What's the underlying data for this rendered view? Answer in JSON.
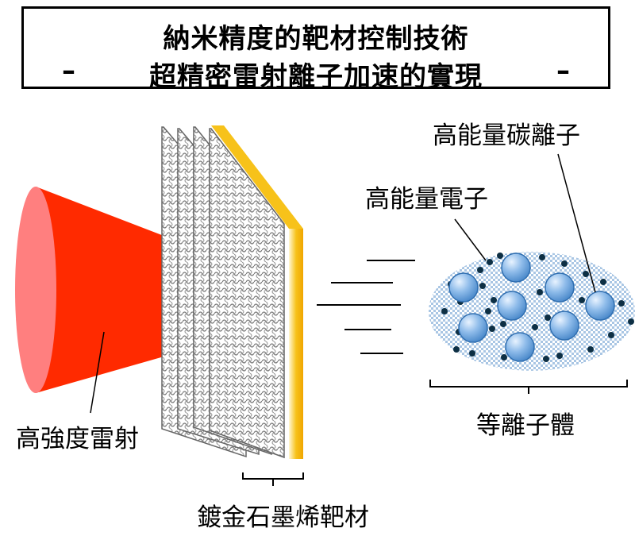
{
  "title": {
    "line1": "納米精度的靶材控制技術",
    "line2": "超精密雷射離子加速的實現",
    "dash_left": "–",
    "dash_right": "–"
  },
  "labels": {
    "laser": "高強度雷射",
    "target": "鍍金石墨烯靶材",
    "plasma": "等離子體",
    "electrons": "高能量電子",
    "carbon_ions": "高能量碳離子"
  },
  "colors": {
    "laser_red": "#ff2a00",
    "laser_face": "#ff7f7f",
    "gold": "#f7c21a",
    "ion_blue": "#6fa8e0",
    "electron_dark": "#0d2f44"
  }
}
